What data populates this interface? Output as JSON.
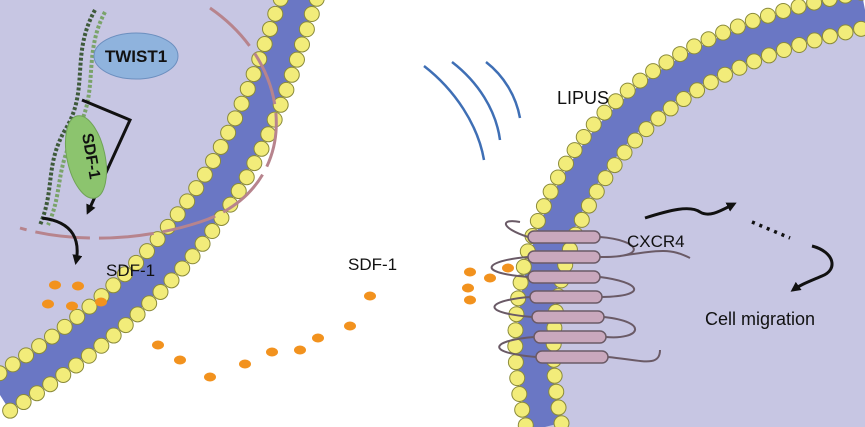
{
  "labels": {
    "twist1": "TWIST1",
    "sdf1_gene": "SDF-1",
    "sdf1_left": "SDF-1",
    "sdf1_middle": "SDF-1",
    "lipus": "LIPUS",
    "cxcr4": "CXCR4",
    "cell_migration": "Cell migration"
  },
  "colors": {
    "cytoplasm": "#c7c6e3",
    "membrane_core": "#6a77c4",
    "head_fill": "#f2ec7a",
    "head_stroke": "#8a8a3a",
    "sdf1_dot": "#f2921e",
    "twist1_fill": "#8fb3dd",
    "sdf1_gene_fill": "#8cc46e",
    "receptor": "#c9a8bd",
    "lipus_wave": "#3f6fb5",
    "nuclear_envelope": "#b7848d"
  },
  "icons": [
    "dna-helix",
    "ultrasound-wave",
    "cxcr4-receptor",
    "arrow"
  ]
}
